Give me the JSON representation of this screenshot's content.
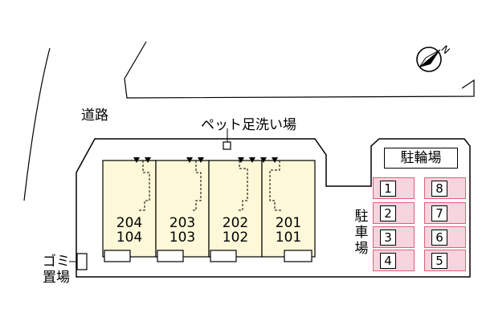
{
  "road_label": "道路",
  "pet_wash_label": "ペット足洗い場",
  "bike_parking_label": "駐輪場",
  "parking_label": [
    "駐",
    "車",
    "場"
  ],
  "garbage_label": [
    "ゴミ",
    "置場"
  ],
  "units": [
    {
      "upper": "204",
      "lower": "104"
    },
    {
      "upper": "203",
      "lower": "103"
    },
    {
      "upper": "202",
      "lower": "102"
    },
    {
      "upper": "201",
      "lower": "101"
    }
  ],
  "parking_slots_left": [
    "1",
    "2",
    "3",
    "4"
  ],
  "parking_slots_right": [
    "8",
    "7",
    "6",
    "5"
  ],
  "compass_icon": "north-arrow-icon",
  "compass_letter": "N",
  "colors": {
    "building": "#fcf8d8",
    "parking_slot": "#f8d4de",
    "parking_border": "#e0607a",
    "lines": "#000000"
  }
}
